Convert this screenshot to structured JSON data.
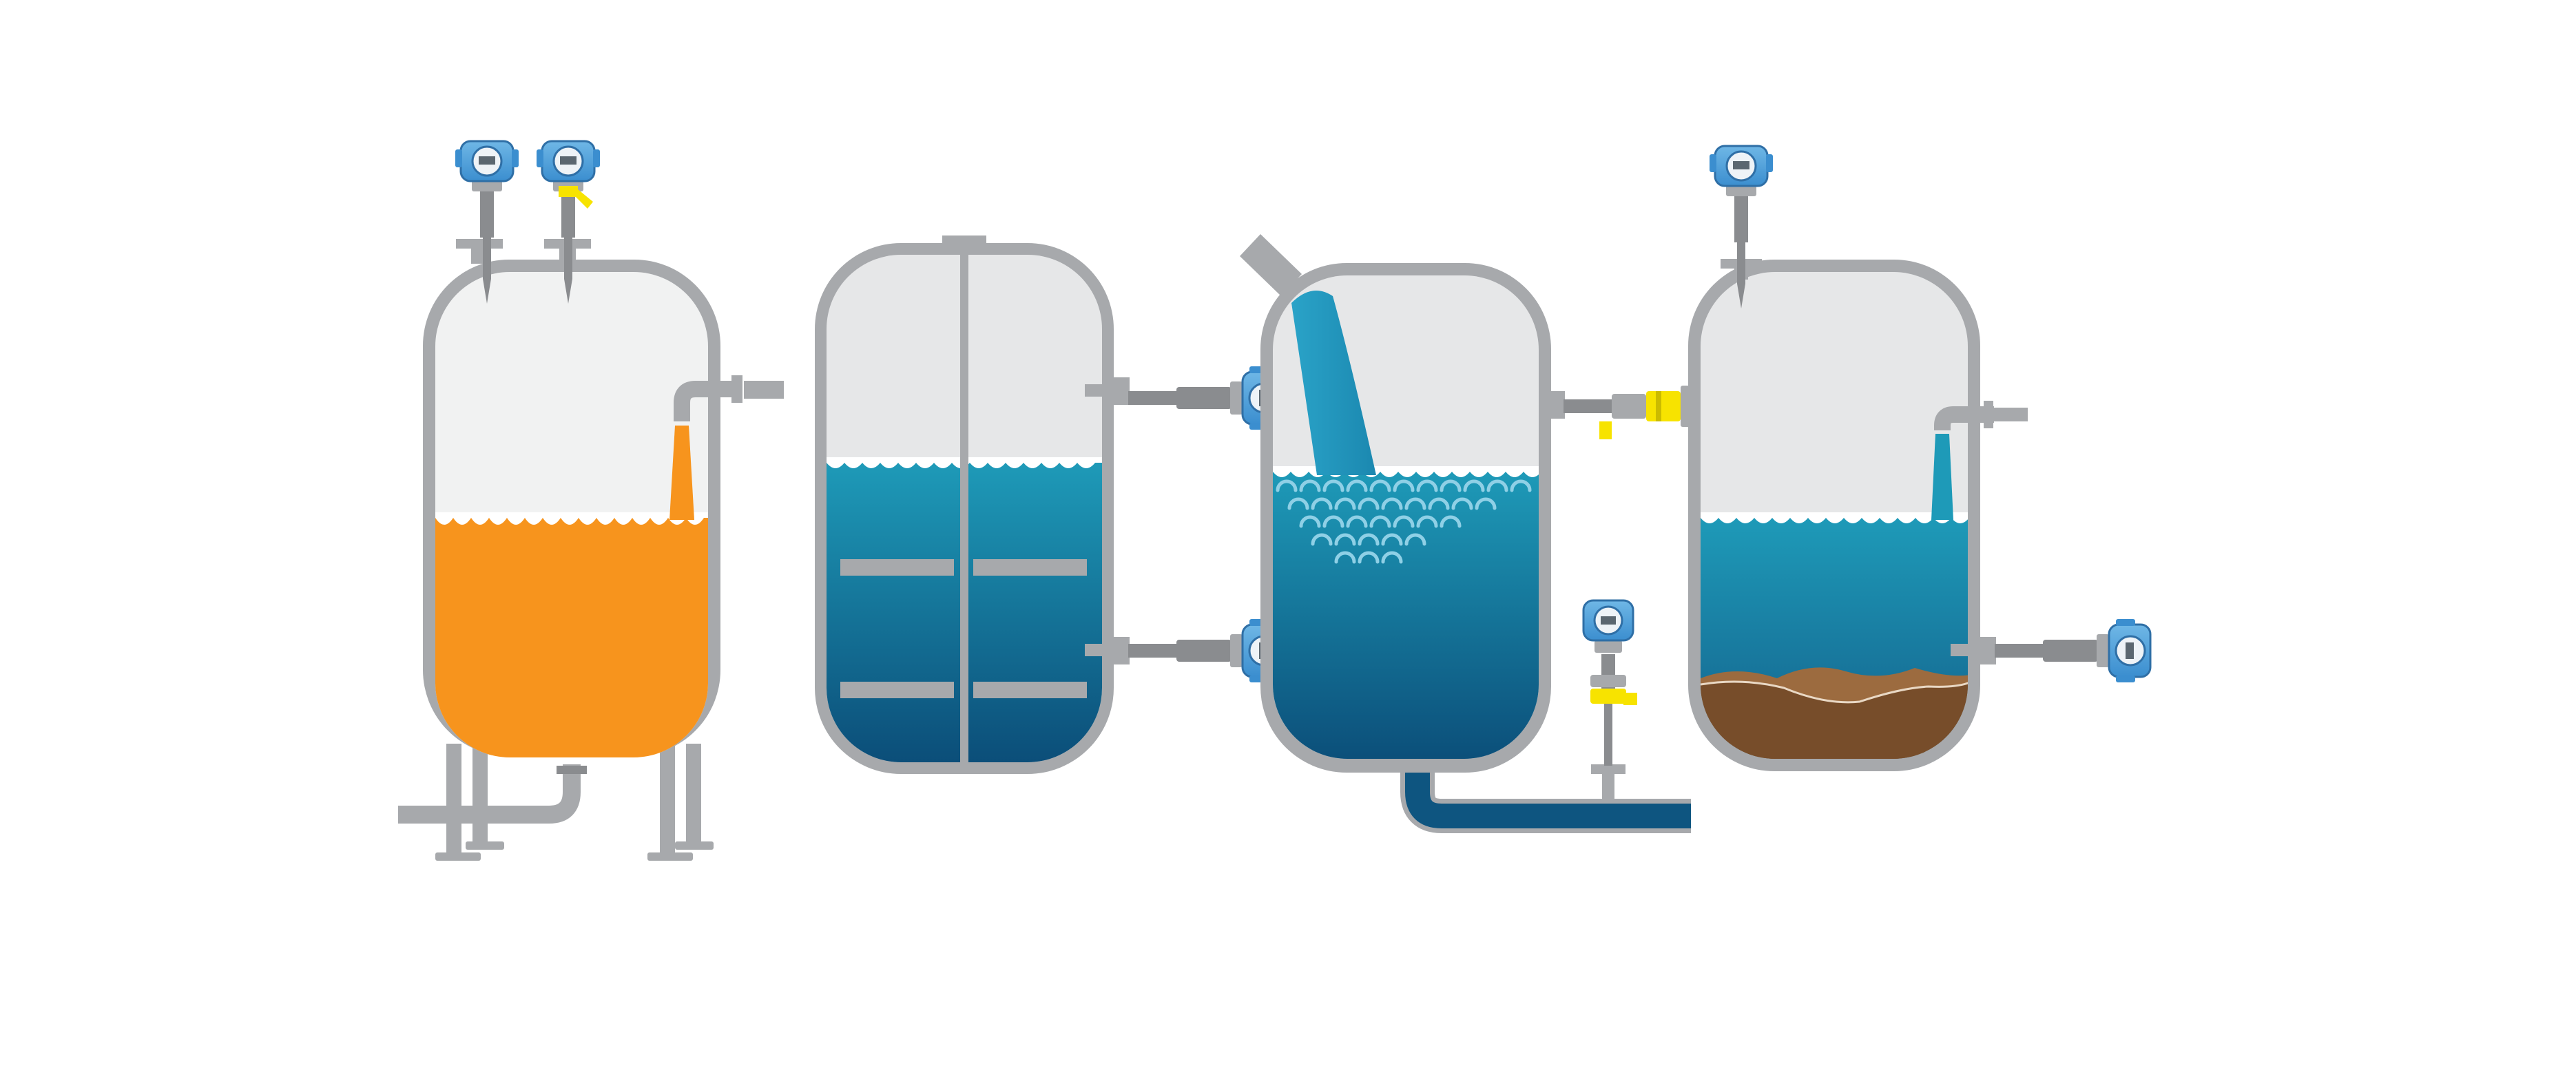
{
  "scene": {
    "background_color": "#ffffff",
    "shell_color": "#a7a9ac",
    "headspace_color": "#f1f2f2",
    "transmitter_head_color": "#4f9fd6",
    "transmitter_tag_color": "#f7e300"
  },
  "tanks": [
    {
      "id": "tank-1",
      "liquid": "orange-liquid",
      "liquid_color": "#f7941d",
      "fill_level_percent": 49,
      "features": [
        "legs",
        "bottom-outlet-pipe",
        "overflow-inlet-pipe"
      ],
      "transmitters": [
        {
          "icon": "level-transmitter-icon",
          "mount": "top"
        },
        {
          "icon": "level-transmitter-icon",
          "mount": "top",
          "yellow_tag": true
        }
      ]
    },
    {
      "id": "tank-2",
      "liquid": "blue-liquid",
      "liquid_color": "#1d8bb0",
      "fill_level_percent": 60,
      "features": [
        "agitator-shaft",
        "agitator-paddles"
      ],
      "transmitters": [
        {
          "icon": "level-transmitter-icon",
          "mount": "side-upper"
        },
        {
          "icon": "level-transmitter-icon",
          "mount": "side-lower"
        }
      ]
    },
    {
      "id": "tank-3",
      "liquid": "blue-liquid",
      "liquid_color": "#1d8bb0",
      "fill_level_percent": 59,
      "features": [
        "inflow-chute",
        "foam-bubbles",
        "bottom-outlet-pipe"
      ],
      "transmitters": [
        {
          "icon": "level-transmitter-icon",
          "mount": "side-upper",
          "yellow_tag": true
        },
        {
          "icon": "level-transmitter-icon",
          "mount": "pipe-top",
          "yellow_tag": true
        }
      ]
    },
    {
      "id": "tank-4",
      "liquid": "blue-liquid",
      "liquid_color": "#1d8bb0",
      "fill_level_percent": 49,
      "features": [
        "sediment-layer",
        "overflow-inlet-pipe"
      ],
      "sediment_color": "#7a4f2a",
      "transmitters": [
        {
          "icon": "level-transmitter-icon",
          "mount": "top"
        },
        {
          "icon": "level-transmitter-icon",
          "mount": "side-lower"
        }
      ]
    }
  ]
}
